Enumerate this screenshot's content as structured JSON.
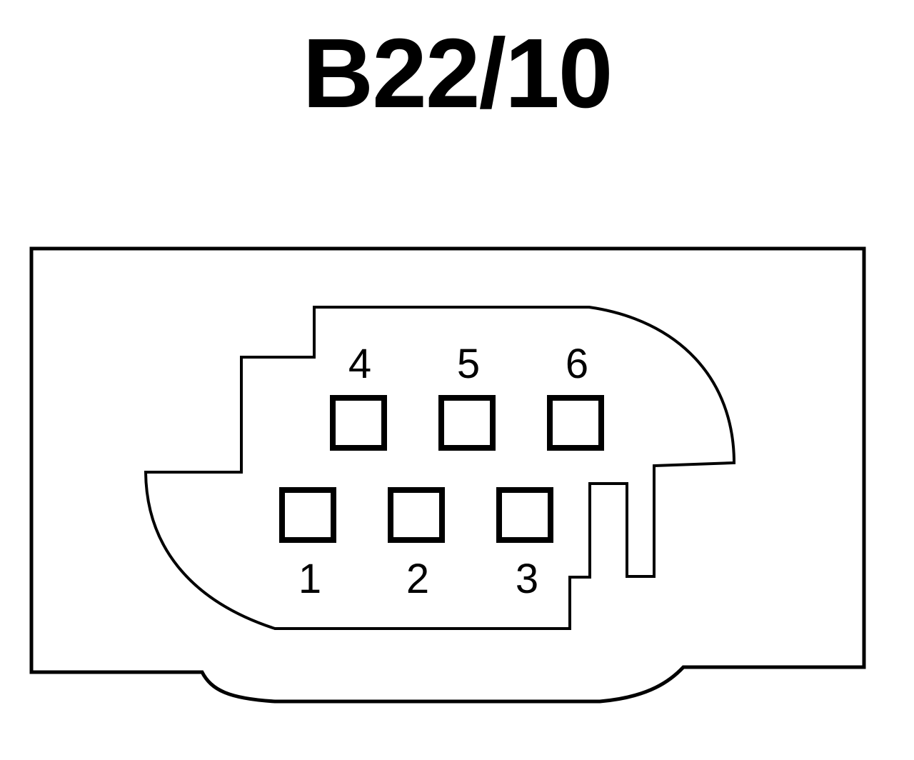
{
  "title": "B22/10",
  "pins": {
    "top": [
      {
        "number": "4"
      },
      {
        "number": "5"
      },
      {
        "number": "6"
      }
    ],
    "bottom": [
      {
        "number": "1"
      },
      {
        "number": "2"
      },
      {
        "number": "3"
      }
    ]
  }
}
